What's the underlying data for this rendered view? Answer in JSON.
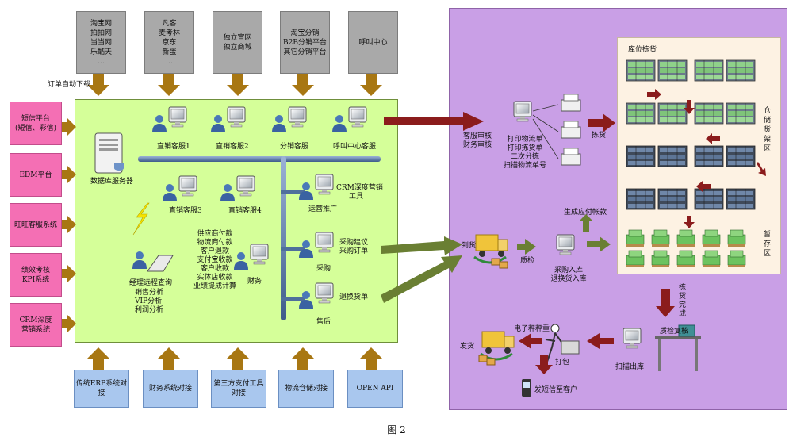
{
  "top_sources": [
    {
      "lines": [
        "淘宝网",
        "拍拍网",
        "当当网",
        "乐酷天",
        "…"
      ]
    },
    {
      "lines": [
        "凡客",
        "麦考林",
        "京东",
        "新蛋",
        "…"
      ]
    },
    {
      "lines": [
        "独立官网",
        "独立商城"
      ]
    },
    {
      "lines": [
        "淘宝分销",
        "B2B分销平台",
        "其它分销平台"
      ]
    },
    {
      "lines": [
        "呼叫中心"
      ]
    }
  ],
  "order_download_label": "订单自动下载",
  "left_systems": [
    {
      "lines": [
        "短信平台",
        "(短信、彩信)"
      ]
    },
    {
      "lines": [
        "EDM平台"
      ]
    },
    {
      "lines": [
        "旺旺客服系统"
      ]
    },
    {
      "lines": [
        "绩效考核",
        "KPI系统"
      ]
    },
    {
      "lines": [
        "CRM深度",
        "营销系统"
      ]
    }
  ],
  "bottom_systems": [
    {
      "lines": [
        "传统ERP系统对",
        "接"
      ]
    },
    {
      "lines": [
        "财务系统对接"
      ]
    },
    {
      "lines": [
        "第三方支付工具",
        "对接"
      ]
    },
    {
      "lines": [
        "物流仓储对接"
      ]
    },
    {
      "lines": [
        "OPEN API"
      ]
    }
  ],
  "green_panel": {
    "db_server": "数据库服务器",
    "agents_top": [
      "直销客服1",
      "直销客服2",
      "分销客服",
      "呼叫中心客服"
    ],
    "agents_mid": [
      "直销客服3",
      "直销客服4"
    ],
    "crm_tool": [
      "CRM深度营销",
      "工具"
    ],
    "ops_promo": "运营推广",
    "manager_remote": "经理远程查询",
    "manager_reports": [
      "销售分析",
      "VIP分析",
      "利润分析"
    ],
    "finance_tasks": [
      "供应商付款",
      "物流商付款",
      "客户退款",
      "支付宝收款",
      "客户收款",
      "实体店收款",
      "业绩提成计算"
    ],
    "finance": "财务",
    "purchase_items": [
      "采购建议",
      "采购订单"
    ],
    "purchase": "采购",
    "returns": "退换货单",
    "after_sales": "售后"
  },
  "purple_panel": {
    "review": [
      "客服审核",
      "财务审核"
    ],
    "print_tasks": [
      "打印物流单",
      "打印拣货单",
      "二次分拣",
      "扫描物流单号"
    ],
    "picking": "拣货",
    "warehouse_title": "库位拣货",
    "shelf_area": [
      "仓",
      "储",
      "货",
      "架",
      "区"
    ],
    "temp_area": [
      "暂",
      "存",
      "区"
    ],
    "payable": "生成应付帐款",
    "arrival": "到货",
    "qc": "质检",
    "inbound": [
      "采购入库",
      "退换货入库"
    ],
    "pick_done": [
      "拣",
      "货",
      "完",
      "成"
    ],
    "qc_recheck": "质检复核",
    "scan_out": "扫描出库",
    "weigh": "电子秤秤重",
    "pack": "打包",
    "ship": "发货",
    "sms_customer": "发短信至客户"
  },
  "figure_caption": "图 2",
  "colors": {
    "gray_box": "#a9a9a9",
    "pink_box": "#f46fb4",
    "blue_box": "#a9c7ee",
    "green_panel": "#d5ff99",
    "purple_panel": "#c99fe6",
    "cream_warehouse": "#fdf2e3",
    "arrow_brown": "#a87713",
    "arrow_red": "#8b1c1c",
    "arrow_green": "#6a7f33",
    "bus_steel": "#4f6f9c"
  },
  "icons": [
    "server-icon",
    "computer-user-icon",
    "printer-icon",
    "shelf-icon",
    "pallet-icon",
    "truck-icon",
    "phone-icon",
    "lightning-icon",
    "laptop-icon",
    "worker-icon"
  ]
}
